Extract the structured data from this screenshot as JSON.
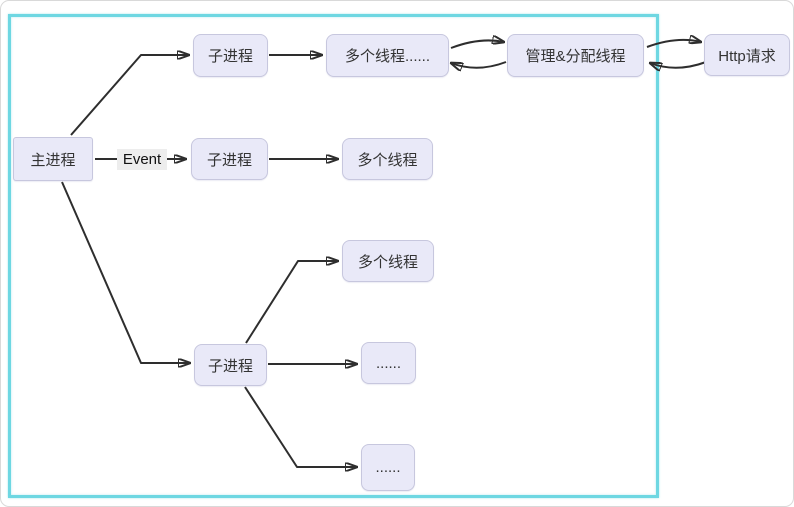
{
  "diagram": {
    "nodes": {
      "main_process": "主进程",
      "child_process_top": "子进程",
      "threads_top": "多个线程......",
      "manage_threads": "管理&分配线程",
      "http_request": "Http请求",
      "child_process_mid": "子进程",
      "threads_mid": "多个线程",
      "threads_bottom": "多个线程",
      "child_process_bottom": "子进程",
      "dots_mid": "......",
      "dots_bottom": "......"
    },
    "edge_labels": {
      "event": "Event"
    },
    "colors": {
      "node_fill": "#e9e9f8",
      "node_border": "#c7c7de",
      "arrow": "#2e2e2e",
      "frame_border": "#6ed7e2",
      "text": "#333333"
    }
  }
}
